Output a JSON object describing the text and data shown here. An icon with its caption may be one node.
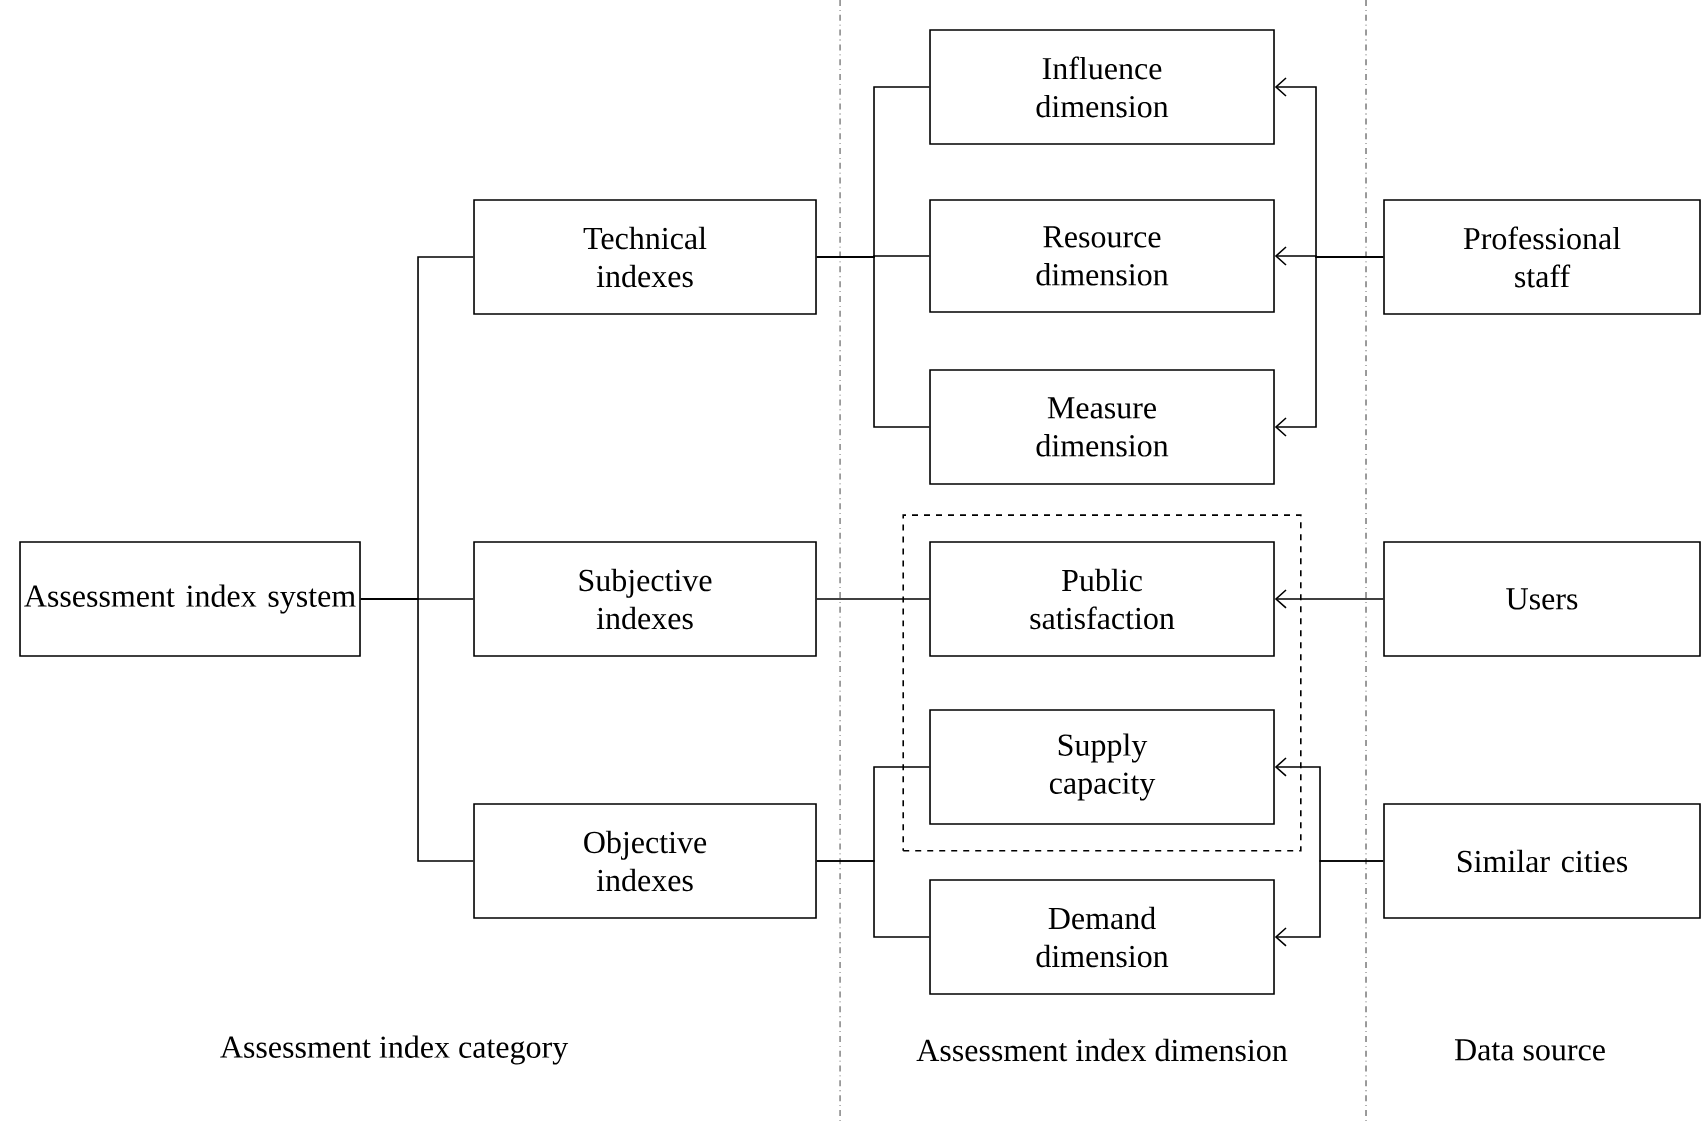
{
  "diagram": {
    "nodes": [
      {
        "text": [
          "Assessment index system"
        ]
      },
      {
        "text": [
          "Technical indexes"
        ]
      },
      {
        "text": [
          "Subjective indexes"
        ]
      },
      {
        "text": [
          "Objective indexes"
        ]
      },
      {
        "text": [
          "Influence dimension"
        ]
      },
      {
        "text": [
          "Resource dimension"
        ]
      },
      {
        "text": [
          "Measure dimension"
        ]
      },
      {
        "text": [],
        "shape": "box"
      },
      {
        "text": [
          "Public satisfaction"
        ],
        "in": 7
      },
      {
        "text": [
          "Supply capacity"
        ],
        "in": 7
      },
      {
        "text": [
          "Demand dimension"
        ]
      },
      {
        "text": [
          "Professional staff"
        ]
      },
      {
        "text": [
          "Users"
        ]
      },
      {
        "text": [
          "Similar cities"
        ]
      }
    ],
    "edges": [
      {
        "from": 0,
        "to": 1,
        "arrow": "none"
      },
      {
        "from": 0,
        "to": 2,
        "arrow": "none"
      },
      {
        "from": 0,
        "to": 3,
        "arrow": "none"
      },
      {
        "from": 1,
        "to": 4,
        "arrow": "none"
      },
      {
        "from": 1,
        "to": 5,
        "arrow": "none"
      },
      {
        "from": 1,
        "to": 6,
        "arrow": "none"
      },
      {
        "from": 2,
        "to": 8,
        "arrow": "none"
      },
      {
        "from": 3,
        "to": 9,
        "arrow": "none"
      },
      {
        "from": 3,
        "to": 10,
        "arrow": "none"
      },
      {
        "from": 11,
        "to": 4,
        "arrow": "to"
      },
      {
        "from": 11,
        "to": 5,
        "arrow": "to"
      },
      {
        "from": 11,
        "to": 6,
        "arrow": "to"
      },
      {
        "from": 12,
        "to": 8,
        "arrow": "to"
      },
      {
        "from": 13,
        "to": 9,
        "arrow": "to"
      },
      {
        "from": 13,
        "to": 10,
        "arrow": "to"
      }
    ],
    "labels": [
      "Assessment index category",
      "Assessment index dimension",
      "Data source"
    ]
  }
}
